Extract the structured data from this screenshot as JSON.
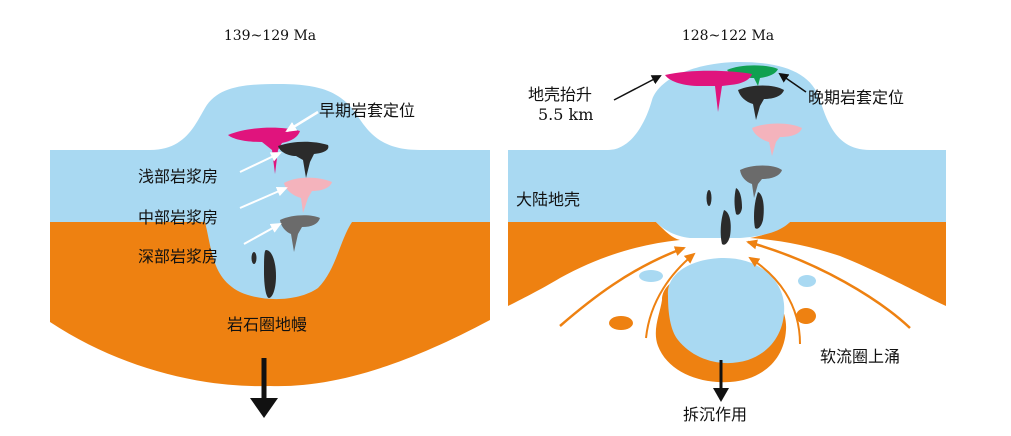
{
  "colors": {
    "crust": "#a9d9f2",
    "mantle": "#ee8111",
    "early_pluton": "#e0147d",
    "late_pluton": "#10a050",
    "shallow_chamber": "#2b2b2b",
    "middle_chamber": "#f4b3bc",
    "deep_chamber": "#6b6b6b",
    "arrow": "#111111",
    "white": "#ffffff"
  },
  "left_panel": {
    "age": "139~129 Ma",
    "labels": {
      "early_emplacement": "早期岩套定位",
      "shallow_chamber": "浅部岩浆房",
      "middle_chamber": "中部岩浆房",
      "deep_chamber": "深部岩浆房",
      "lithospheric_mantle": "岩石圈地幔"
    }
  },
  "right_panel": {
    "age": "128~122 Ma",
    "labels": {
      "crust_uplift": "地壳抬升",
      "uplift_amount": "5.5 km",
      "late_emplacement": "晚期岩套定位",
      "continental_crust": "大陆地壳",
      "asthenosphere_upwelling": "软流圈上涌",
      "delamination": "拆沉作用"
    }
  }
}
